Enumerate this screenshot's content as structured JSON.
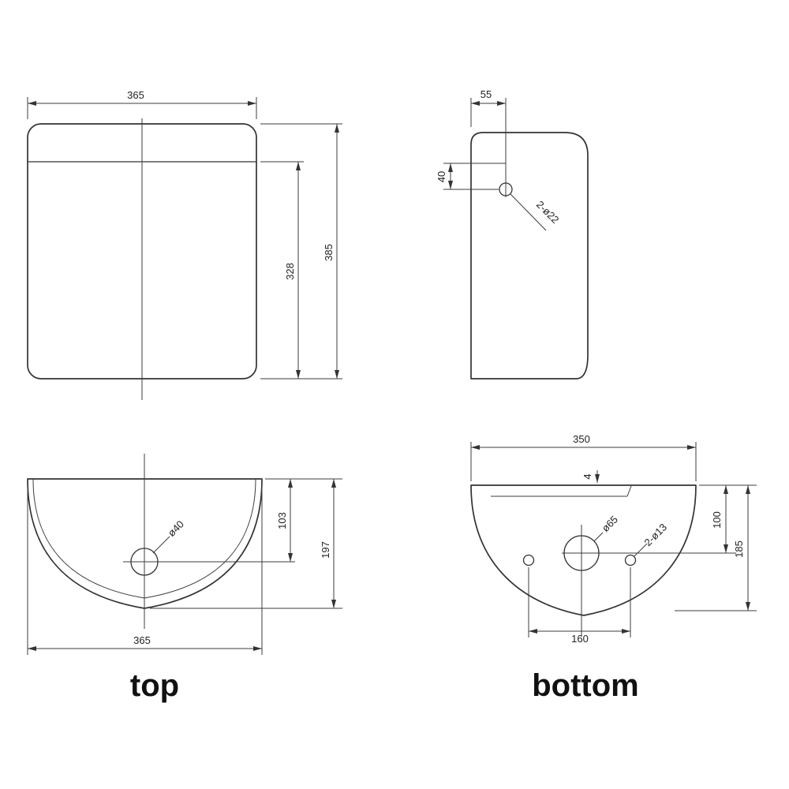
{
  "drawing": {
    "front": {
      "width": "365",
      "height": "385",
      "inner_height": "328"
    },
    "side": {
      "offset_top": "55",
      "offset_side": "40",
      "holes": "2-ø22"
    },
    "top": {
      "label": "top",
      "hole": "ø40",
      "hole_offset": "103",
      "depth": "197",
      "width": "365"
    },
    "bottom": {
      "label": "bottom",
      "width": "350",
      "rim": "4",
      "hole_offset": "100",
      "depth": "185",
      "hole": "ø65",
      "holes": "2-ø13",
      "hole_spacing": "160"
    }
  }
}
